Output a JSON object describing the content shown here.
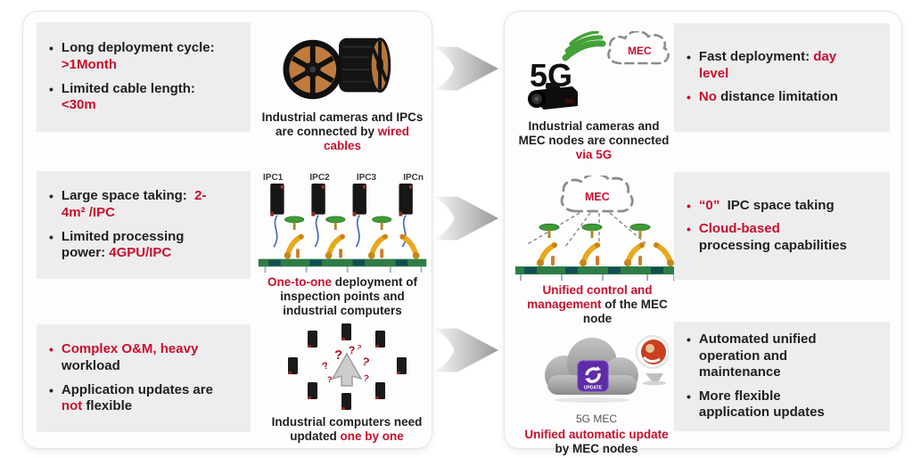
{
  "colors": {
    "red": "#c8102e",
    "dark": "#1f1f1f",
    "box_bg": "#ededed",
    "panel_bg": "#fdfdfd",
    "green_5g": "#44a13a",
    "purple_update": "#5e2ca5"
  },
  "icons": {
    "qm": "?"
  },
  "left": {
    "rows": [
      {
        "bullets": [
          {
            "dot": "dark",
            "segments": [
              [
                "Long deployment cycle:  ",
                "dark"
              ],
              [
                ">1Month",
                "red"
              ]
            ]
          },
          {
            "dot": "dark",
            "segments": [
              [
                "Limited cable length: ",
                "dark"
              ],
              [
                "<30m",
                "red"
              ]
            ]
          }
        ],
        "caption": [
          [
            "Industrial cameras and IPCs are connected by ",
            "dark"
          ],
          [
            "wired cables",
            "red"
          ]
        ]
      },
      {
        "bullets": [
          {
            "dot": "dark",
            "segments": [
              [
                "Large space taking:  ",
                "dark"
              ],
              [
                "2-4m² /IPC",
                "red"
              ]
            ]
          },
          {
            "dot": "dark",
            "segments": [
              [
                "Limited processing power: ",
                "dark"
              ],
              [
                "4GPU/IPC",
                "red"
              ]
            ]
          }
        ],
        "ipc_labels": [
          "IPC1",
          "IPC2",
          "IPC3",
          "IPCn"
        ],
        "caption": [
          [
            "One-to-one",
            "red"
          ],
          [
            " deployment of inspection points and industrial computers",
            "dark"
          ]
        ]
      },
      {
        "bullets": [
          {
            "dot": "red",
            "segments": [
              [
                "Complex O&M, heavy",
                "red"
              ],
              [
                " workload",
                "dark"
              ]
            ]
          },
          {
            "dot": "dark",
            "segments": [
              [
                "Application updates are ",
                "dark"
              ],
              [
                "not",
                "red"
              ],
              [
                " flexible",
                "dark"
              ]
            ]
          }
        ],
        "caption": [
          [
            "Industrial computers need updated ",
            "dark"
          ],
          [
            "one by one",
            "red"
          ]
        ]
      }
    ]
  },
  "right": {
    "rows": [
      {
        "labels": {
          "five_g": "5G",
          "mec": "MEC"
        },
        "caption": [
          [
            "Industrial cameras and MEC nodes are connected ",
            "dark"
          ],
          [
            "via 5G",
            "red"
          ]
        ],
        "bullets": [
          {
            "dot": "dark",
            "segments": [
              [
                "Fast deployment: ",
                "dark"
              ],
              [
                "day level",
                "red"
              ]
            ]
          },
          {
            "dot": "red",
            "segments": [
              [
                "No",
                "red"
              ],
              [
                " distance limitation",
                "dark"
              ]
            ]
          }
        ]
      },
      {
        "labels": {
          "mec": "MEC"
        },
        "caption": [
          [
            "Unified control and management",
            "red"
          ],
          [
            " of the MEC node",
            "dark"
          ]
        ],
        "bullets": [
          {
            "dot": "red",
            "segments": [
              [
                "“0”",
                "red"
              ],
              [
                "  IPC space taking",
                "dark"
              ]
            ]
          },
          {
            "dot": "red",
            "segments": [
              [
                "Cloud-based",
                "red"
              ],
              [
                " processing capabilities",
                "dark"
              ]
            ]
          }
        ]
      },
      {
        "labels": {
          "cloud": "5G MEC",
          "update": "UPDATE"
        },
        "caption": [
          [
            "Unified automatic update",
            "red"
          ],
          [
            " by MEC nodes",
            "dark"
          ]
        ],
        "bullets": [
          {
            "dot": "dark",
            "segments": [
              [
                "Automated unified operation and maintenance",
                "dark"
              ]
            ]
          },
          {
            "dot": "dark",
            "segments": [
              [
                "More flexible application updates",
                "dark"
              ]
            ]
          }
        ]
      }
    ]
  }
}
